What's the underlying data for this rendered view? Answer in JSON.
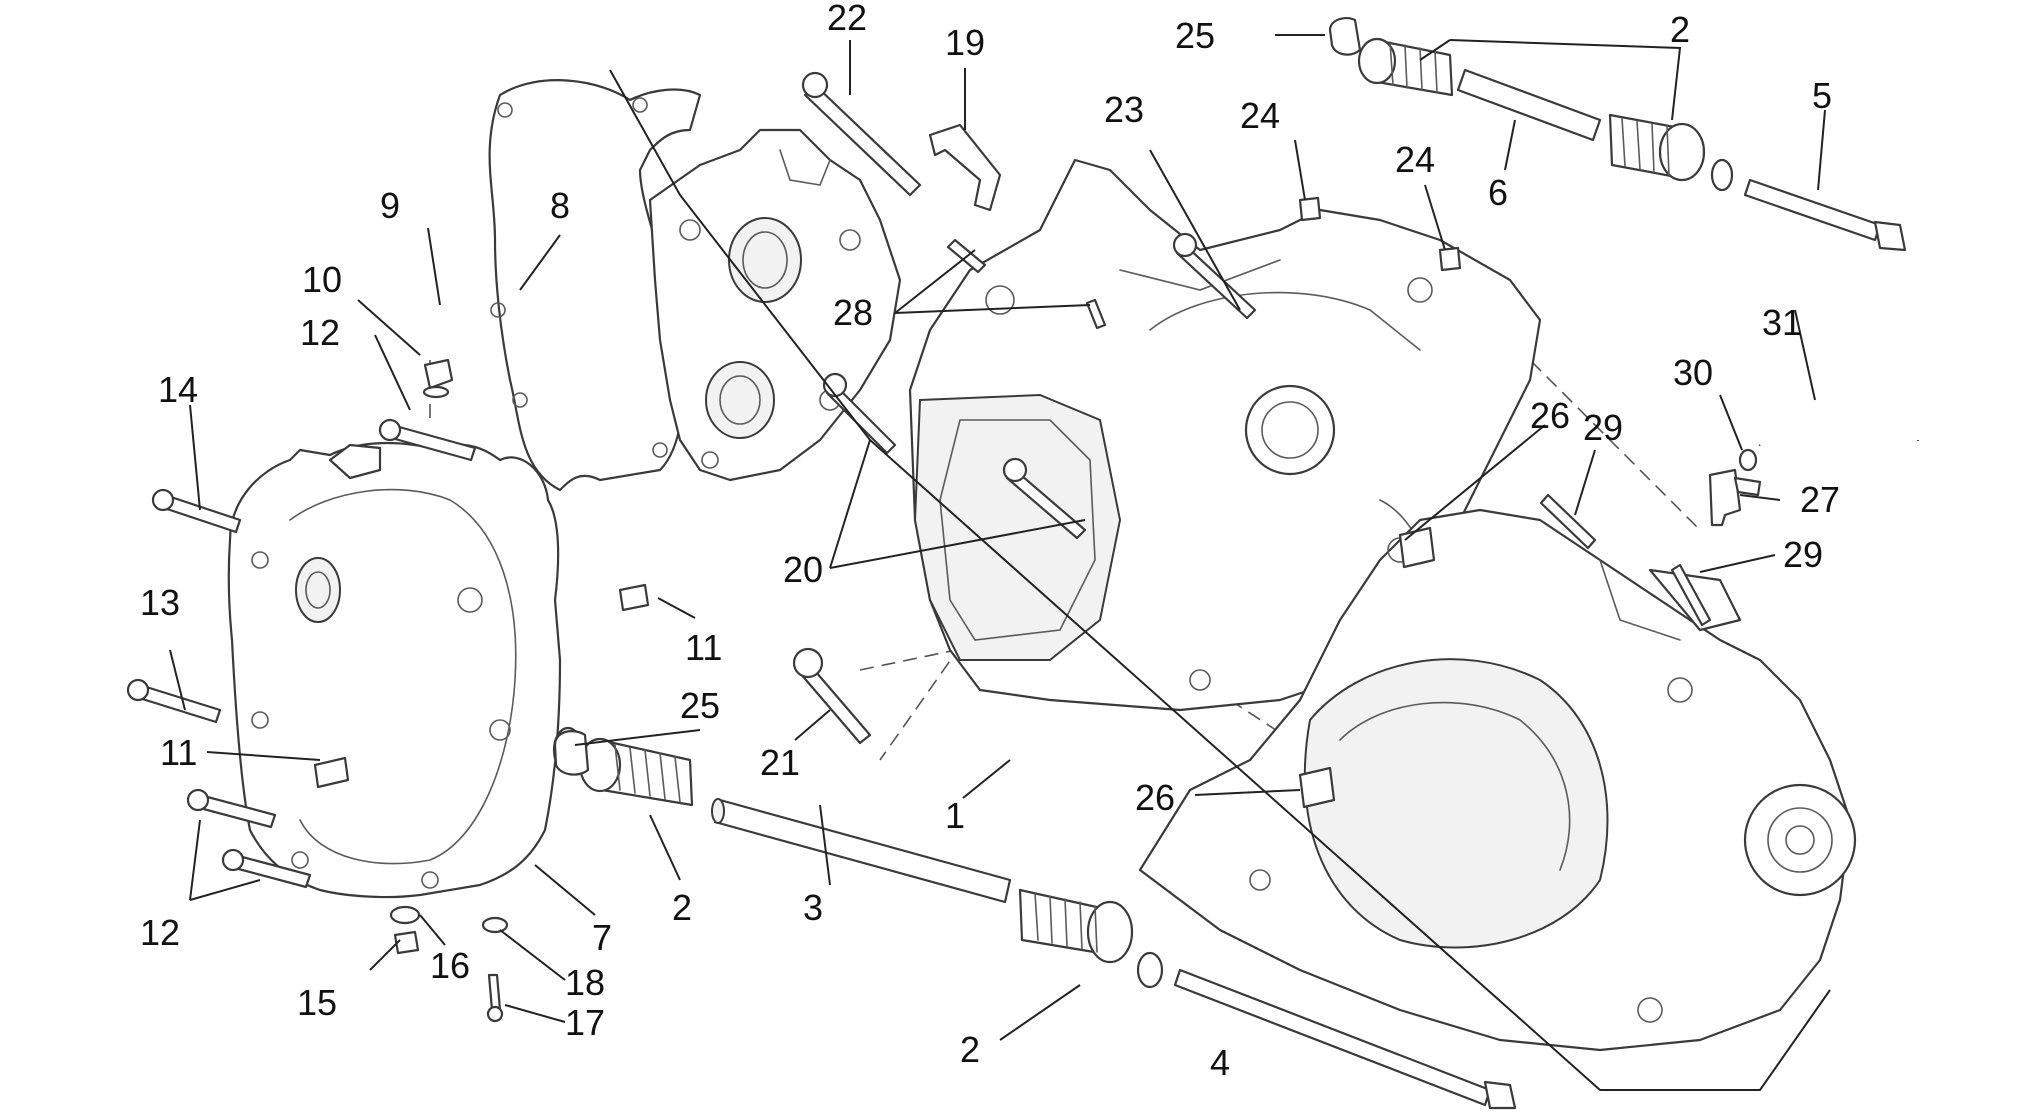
{
  "callouts": [
    {
      "id": "c1",
      "text": "1"
    },
    {
      "id": "c2a",
      "text": "2"
    },
    {
      "id": "c2b",
      "text": "2"
    },
    {
      "id": "c2c",
      "text": "2"
    },
    {
      "id": "c3",
      "text": "3"
    },
    {
      "id": "c4",
      "text": "4"
    },
    {
      "id": "c5",
      "text": "5"
    },
    {
      "id": "c6",
      "text": "6"
    },
    {
      "id": "c7",
      "text": "7"
    },
    {
      "id": "c8",
      "text": "8"
    },
    {
      "id": "c9",
      "text": "9"
    },
    {
      "id": "c10",
      "text": "10"
    },
    {
      "id": "c11a",
      "text": "11"
    },
    {
      "id": "c11b",
      "text": "11"
    },
    {
      "id": "c12a",
      "text": "12"
    },
    {
      "id": "c12b",
      "text": "12"
    },
    {
      "id": "c13",
      "text": "13"
    },
    {
      "id": "c14",
      "text": "14"
    },
    {
      "id": "c15",
      "text": "15"
    },
    {
      "id": "c16",
      "text": "16"
    },
    {
      "id": "c17",
      "text": "17"
    },
    {
      "id": "c18",
      "text": "18"
    },
    {
      "id": "c19",
      "text": "19"
    },
    {
      "id": "c20",
      "text": "20"
    },
    {
      "id": "c21",
      "text": "21"
    },
    {
      "id": "c22",
      "text": "22"
    },
    {
      "id": "c23",
      "text": "23"
    },
    {
      "id": "c24a",
      "text": "24"
    },
    {
      "id": "c24b",
      "text": "24"
    },
    {
      "id": "c25a",
      "text": "25"
    },
    {
      "id": "c25b",
      "text": "25"
    },
    {
      "id": "c26a",
      "text": "26"
    },
    {
      "id": "c26b",
      "text": "26"
    },
    {
      "id": "c27",
      "text": "27"
    },
    {
      "id": "c28",
      "text": "28"
    },
    {
      "id": "c29a",
      "text": "29"
    },
    {
      "id": "c29b",
      "text": "29"
    },
    {
      "id": "c30",
      "text": "30"
    },
    {
      "id": "c31",
      "text": "31"
    }
  ]
}
